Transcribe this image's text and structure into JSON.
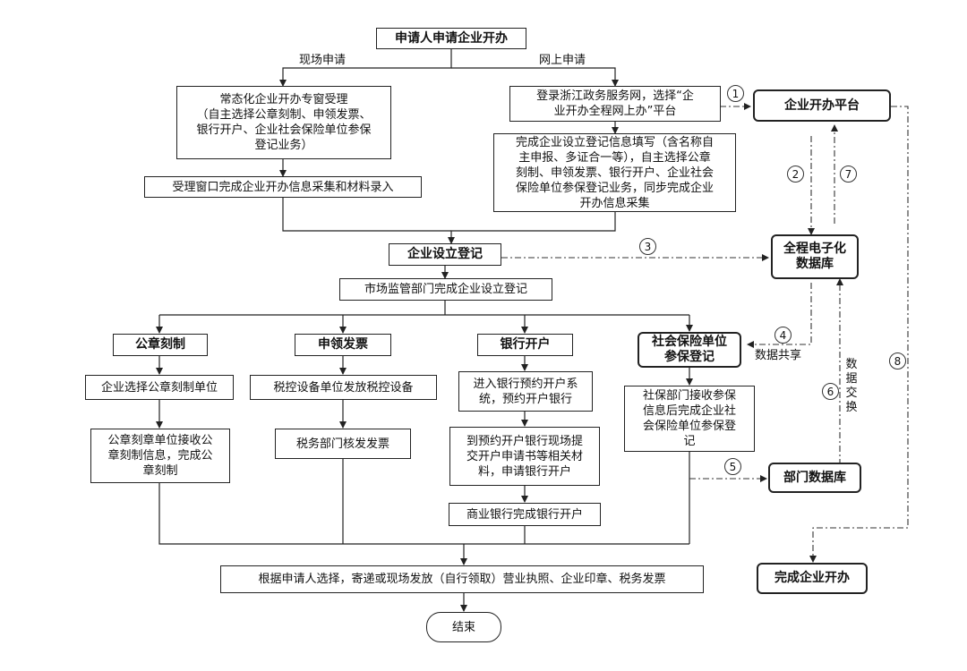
{
  "nodes": {
    "start": "申请人申请企业开办",
    "onsite_window": "常态化企业开办专窗受理\n（自主选择公章刻制、申领发票、\n银行开户、企业社会保险单位参保\n登记业务）",
    "window_collect": "受理窗口完成企业开办信息采集和材料录入",
    "online_login": "登录浙江政务服务网，选择“企\n业开办全程网上办”平台",
    "online_fill": "完成企业设立登记信息填写（含名称自\n主申报、多证合一等），自主选择公章\n刻制、申领发票、银行开户、企业社会\n保险单位参保登记业务，同步完成企业\n开办信息采集",
    "platform": "企业开办平台",
    "database": "全程电子化\n数据库",
    "registration": "企业设立登记",
    "market_reg": "市场监管部门完成企业设立登记",
    "seal": "公章刻制",
    "invoice": "申领发票",
    "bank": "银行开户",
    "social": "社会保险单位\n参保登记",
    "seal_1": "企业选择公章刻制单位",
    "seal_2": "公章刻章单位接收公\n章刻制信息，完成公\n章刻制",
    "invoice_1": "税控设备单位发放税控设备",
    "invoice_2": "税务部门核发发票",
    "bank_1": "进入银行预约开户系\n统，预约开户银行",
    "bank_2": "到预约开户银行现场提\n交开户申请书等相关材\n料，申请银行开户",
    "bank_3": "商业银行完成银行开户",
    "social_1": "社保部门接收参保\n信息后完成企业社\n会保险单位参保登\n记",
    "dept_db": "部门数据库",
    "delivery": "根据申请人选择，寄递或现场发放（自行领取）营业执照、企业印章、税务发票",
    "end": "结束",
    "complete": "完成企业开办"
  },
  "labels": {
    "onsite": "现场申请",
    "online": "网上申请",
    "data_share": "数据共享",
    "data_exchange": "数据\n交换"
  },
  "steps": [
    "1",
    "2",
    "3",
    "4",
    "5",
    "6",
    "7",
    "8"
  ]
}
